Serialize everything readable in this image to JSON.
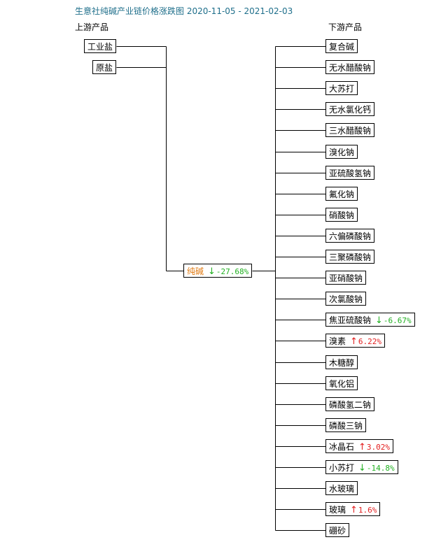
{
  "title": "生意社纯碱产业链价格涨跌图 2020-11-05 - 2021-02-03",
  "headers": {
    "upstream": "上游产品",
    "downstream": "下游产品"
  },
  "upstream": [
    {
      "name": "工业盐"
    },
    {
      "name": "原盐"
    }
  ],
  "center": {
    "name": "纯碱",
    "direction": "down",
    "arrow": "↓",
    "change": "-27.68%"
  },
  "downstream": [
    {
      "name": "复合碱"
    },
    {
      "name": "无水醋酸钠"
    },
    {
      "name": "大苏打"
    },
    {
      "name": "无水氯化钙"
    },
    {
      "name": "三水醋酸钠"
    },
    {
      "name": "溴化钠"
    },
    {
      "name": "亚硫酸氢钠"
    },
    {
      "name": "氟化钠"
    },
    {
      "name": "硝酸钠"
    },
    {
      "name": "六偏磷酸钠"
    },
    {
      "name": "三聚磷酸钠"
    },
    {
      "name": "亚硝酸钠"
    },
    {
      "name": "次氯酸钠"
    },
    {
      "name": "焦亚硫酸钠",
      "direction": "down",
      "arrow": "↓",
      "change": "-6.67%"
    },
    {
      "name": "溴素",
      "direction": "up",
      "arrow": "↑",
      "change": "6.22%"
    },
    {
      "name": "木糖醇"
    },
    {
      "name": "氧化铝"
    },
    {
      "name": "磷酸氢二钠"
    },
    {
      "name": "磷酸三钠"
    },
    {
      "name": "冰晶石",
      "direction": "up",
      "arrow": "↑",
      "change": "3.02%"
    },
    {
      "name": "小苏打",
      "direction": "down",
      "arrow": "↓",
      "change": "-14.8%"
    },
    {
      "name": "水玻璃"
    },
    {
      "name": "玻璃",
      "direction": "up",
      "arrow": "↑",
      "change": "1.6%"
    },
    {
      "name": "硼砂"
    }
  ],
  "colors": {
    "title": "#1f6f8b",
    "up": "#e32020",
    "down": "#22b022",
    "highlight": "#e07a12"
  }
}
